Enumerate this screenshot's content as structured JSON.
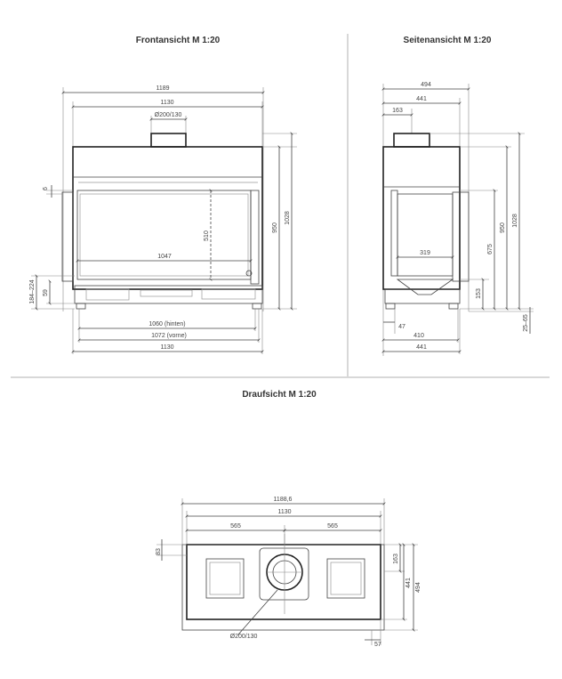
{
  "views": {
    "front": {
      "title": "Frontansicht M 1:20",
      "dims": {
        "w1189": "1189",
        "w1130_top": "1130",
        "flue": "Ø200/130",
        "d6": "6",
        "h510": "510",
        "h950": "950",
        "h1028": "1028",
        "w1047": "1047",
        "h59": "59",
        "h184": "184–224",
        "w1060": "1060 (hinten)",
        "w1072": "1072 (vorne)",
        "w1130_bot": "1130"
      }
    },
    "side": {
      "title": "Seitenansicht M 1:20",
      "dims": {
        "w494": "494",
        "w441_top": "441",
        "w163": "163",
        "w319": "319",
        "h675": "675",
        "h950": "950",
        "h1028": "1028",
        "h153": "153",
        "h47": "47",
        "w410": "410",
        "w441_bot": "441",
        "h25": "25–65"
      }
    },
    "top": {
      "title": "Draufsicht M 1:20",
      "dims": {
        "w1188": "1188,6",
        "w1130": "1130",
        "w565_l": "565",
        "w565_r": "565",
        "d83": "83",
        "h163": "163",
        "h441": "441",
        "h494": "494",
        "flue": "Ø200/130",
        "w57": "57"
      }
    }
  }
}
